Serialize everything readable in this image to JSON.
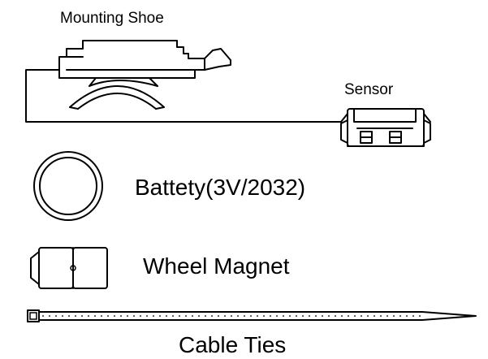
{
  "labels": {
    "mounting_shoe": "Mounting Shoe",
    "sensor": "Sensor",
    "battery": "Battety(3V/2032)",
    "wheel_magnet": "Wheel Magnet",
    "cable_ties": "Cable Ties"
  },
  "icons": {
    "mounting_shoe": "mounting-shoe-icon",
    "sensor": "sensor-icon",
    "battery": "battery-icon",
    "wheel_magnet": "wheel-magnet-icon",
    "cable_tie": "cable-tie-icon"
  },
  "colors": {
    "ink": "#000000",
    "background": "#ffffff"
  }
}
